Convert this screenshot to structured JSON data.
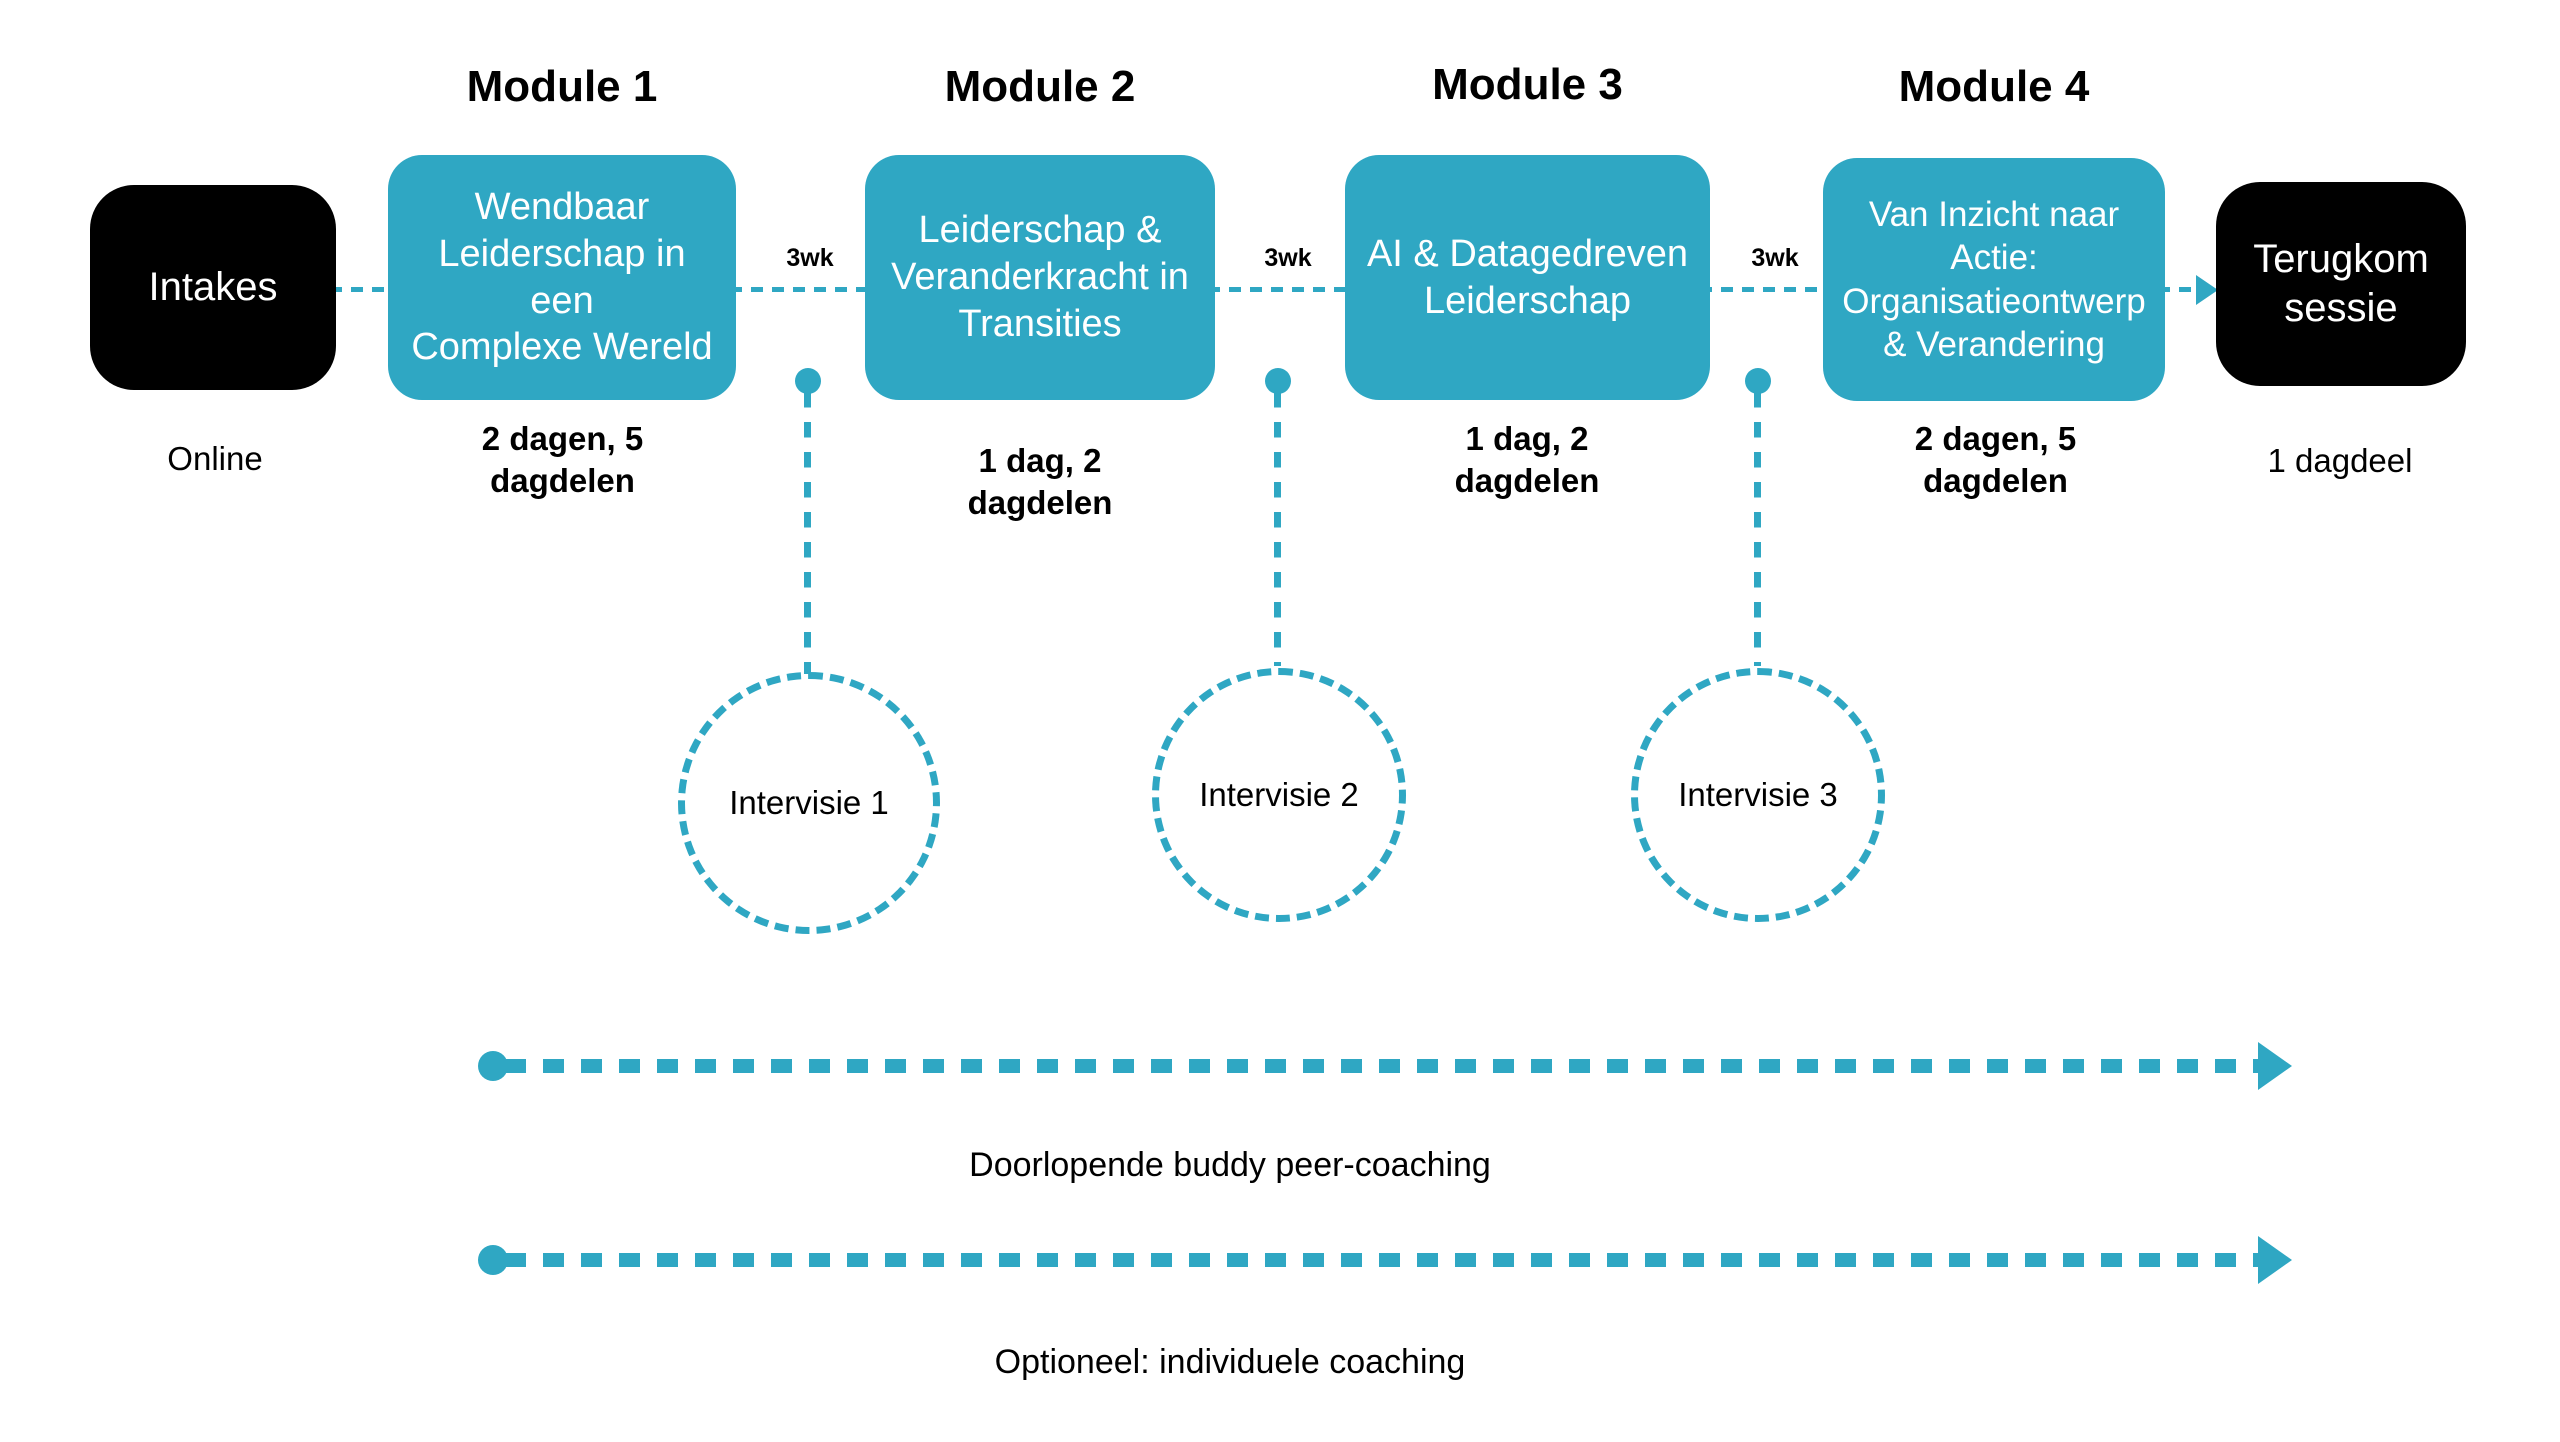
{
  "diagram": {
    "start_node": {
      "label": "Intakes",
      "caption": "Online",
      "color": "#000000"
    },
    "end_node": {
      "label": "Terugkom\nsessie",
      "caption": "1 dagdeel",
      "color": "#000000"
    },
    "accent_color": "#2fa7c3",
    "modules": [
      {
        "title": "Module 1",
        "label": "Wendbaar\nLeiderschap in een\nComplexe Wereld",
        "caption": "2 dagen, 5\ndagdelen"
      },
      {
        "title": "Module 2",
        "label": "Leiderschap &\nVeranderkracht in\nTransities",
        "caption": "1 dag, 2\ndagdelen"
      },
      {
        "title": "Module 3",
        "label": "AI & Datagedreven\nLeiderschap",
        "caption": "1 dag, 2\ndagdelen"
      },
      {
        "title": "Module 4",
        "label": "Van Inzicht naar\nActie:\nOrganisatieontwerp\n& Verandering",
        "caption": "2 dagen, 5\ndagdelen"
      }
    ],
    "gaps": [
      {
        "label": "3wk"
      },
      {
        "label": "3wk"
      },
      {
        "label": "3wk"
      }
    ],
    "intervisies": [
      {
        "label": "Intervisie 1"
      },
      {
        "label": "Intervisie 2"
      },
      {
        "label": "Intervisie 3"
      }
    ],
    "tracks": [
      {
        "caption": "Doorlopende buddy peer-coaching"
      },
      {
        "caption": "Optioneel: individuele coaching"
      }
    ]
  }
}
